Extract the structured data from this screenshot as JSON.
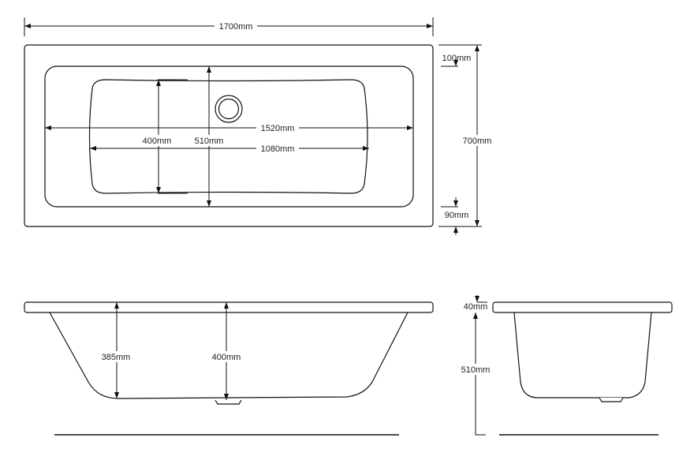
{
  "title": "Bath dimension drawing",
  "plan_view": {
    "overall_length": "1700mm",
    "inner_length": "1520mm",
    "basin_length": "1080mm",
    "basin_width": "400mm",
    "inner_width": "510mm",
    "overall_width": "700mm",
    "top_rim": "100mm",
    "bottom_rim": "90mm"
  },
  "side_view": {
    "depth_end": "385mm",
    "depth_center": "400mm"
  },
  "end_view": {
    "rim_thickness": "40mm",
    "body_height": "510mm"
  }
}
